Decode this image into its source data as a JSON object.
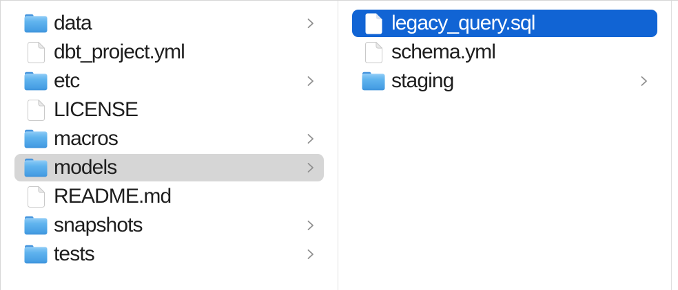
{
  "app": {
    "view": "finder-column-browser"
  },
  "colors": {
    "selection_active": "#1164d4",
    "selection_active_text": "#ffffff",
    "selection_inactive": "#d6d6d6",
    "text": "#1e1e1e",
    "chevron": "#8f8f8f",
    "divider": "#e0e0e0",
    "background": "#ffffff"
  },
  "icons": {
    "folder": "folder-icon",
    "file": "file-icon",
    "chevron": "chevron-right-icon"
  },
  "columns": [
    {
      "name": "parent-directory",
      "items": [
        {
          "label": "data",
          "type": "folder",
          "chevron": true,
          "selected": "none"
        },
        {
          "label": "dbt_project.yml",
          "type": "file",
          "chevron": false,
          "selected": "none"
        },
        {
          "label": "etc",
          "type": "folder",
          "chevron": true,
          "selected": "none"
        },
        {
          "label": "LICENSE",
          "type": "file",
          "chevron": false,
          "selected": "none"
        },
        {
          "label": "macros",
          "type": "folder",
          "chevron": true,
          "selected": "none"
        },
        {
          "label": "models",
          "type": "folder",
          "chevron": true,
          "selected": "inactive"
        },
        {
          "label": "README.md",
          "type": "file",
          "chevron": false,
          "selected": "none"
        },
        {
          "label": "snapshots",
          "type": "folder",
          "chevron": true,
          "selected": "none"
        },
        {
          "label": "tests",
          "type": "folder",
          "chevron": true,
          "selected": "none"
        }
      ]
    },
    {
      "name": "models-directory",
      "items": [
        {
          "label": "legacy_query.sql",
          "type": "file",
          "chevron": false,
          "selected": "active"
        },
        {
          "label": "schema.yml",
          "type": "file",
          "chevron": false,
          "selected": "none"
        },
        {
          "label": "staging",
          "type": "folder",
          "chevron": true,
          "selected": "none"
        }
      ]
    }
  ]
}
